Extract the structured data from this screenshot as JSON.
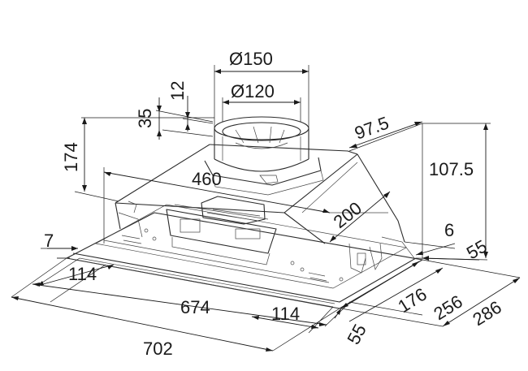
{
  "dimensions": {
    "d150": "Ø150",
    "d120": "Ø120",
    "h12": "12",
    "h35": "35",
    "h174": "174",
    "w97_5": "97.5",
    "w107_5": "107.5",
    "w460": "460",
    "w200": "200",
    "w7": "7",
    "w6": "6",
    "w55_right": "55",
    "w114_left": "114",
    "w674": "674",
    "w114_bottom": "114",
    "w176": "176",
    "w256": "256",
    "w286": "286",
    "w702": "702",
    "w55_bottom": "55"
  }
}
